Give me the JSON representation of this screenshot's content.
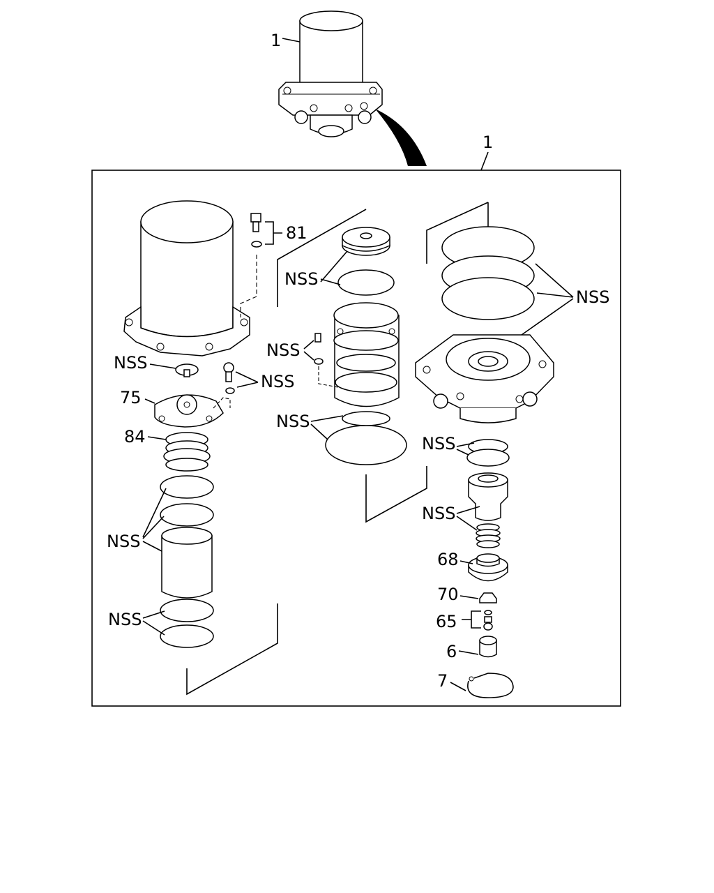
{
  "labels": {
    "assembly_top": "1",
    "assembly_box": "1",
    "p81": "81",
    "p75": "75",
    "p84": "84",
    "p68": "68",
    "p70": "70",
    "p65": "65",
    "p6": "6",
    "p7": "7",
    "nss": "NSS"
  }
}
